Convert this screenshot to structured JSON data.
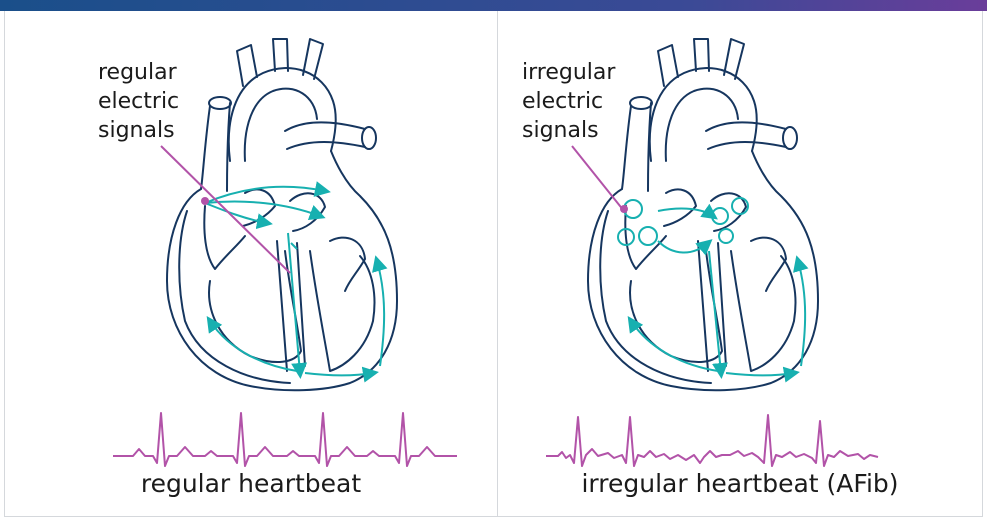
{
  "colors": {
    "heart_outline": "#16365f",
    "signal": "#17b0b0",
    "ecg": "#b253a8",
    "bar_start": "#1a4f8a",
    "bar_end": "#6a3d9a"
  },
  "left_panel": {
    "label_lines": [
      "regular",
      "electric",
      "signals"
    ],
    "caption": "regular heartbeat"
  },
  "right_panel": {
    "label_lines": [
      "irregular",
      "electric",
      "signals"
    ],
    "caption": "irregular heartbeat (AFib)"
  }
}
